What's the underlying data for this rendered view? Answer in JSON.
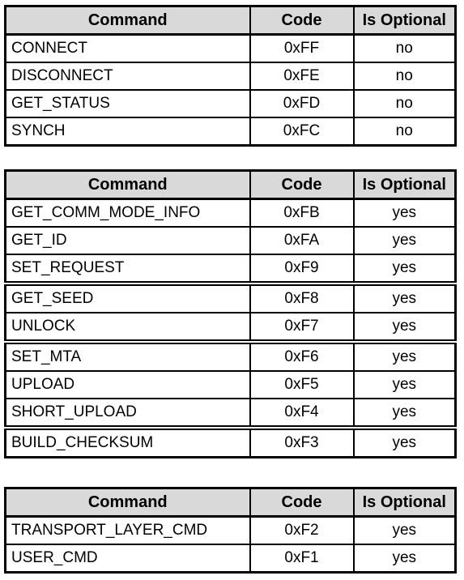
{
  "headers": {
    "command": "Command",
    "code": "Code",
    "optional": "Is Optional"
  },
  "tables": [
    {
      "rows": [
        {
          "command": "CONNECT",
          "code": "0xFF",
          "optional": "no"
        },
        {
          "command": "DISCONNECT",
          "code": "0xFE",
          "optional": "no"
        },
        {
          "command": "GET_STATUS",
          "code": "0xFD",
          "optional": "no"
        },
        {
          "command": "SYNCH",
          "code": "0xFC",
          "optional": "no"
        }
      ]
    },
    {
      "rows": [
        {
          "command": "GET_COMM_MODE_INFO",
          "code": "0xFB",
          "optional": "yes"
        },
        {
          "command": "GET_ID",
          "code": "0xFA",
          "optional": "yes"
        },
        {
          "command": "SET_REQUEST",
          "code": "0xF9",
          "optional": "yes"
        },
        {
          "command": "GET_SEED",
          "code": "0xF8",
          "optional": "yes"
        },
        {
          "command": "UNLOCK",
          "code": "0xF7",
          "optional": "yes"
        },
        {
          "command": "SET_MTA",
          "code": "0xF6",
          "optional": "yes"
        },
        {
          "command": "UPLOAD",
          "code": "0xF5",
          "optional": "yes"
        },
        {
          "command": "SHORT_UPLOAD",
          "code": "0xF4",
          "optional": "yes"
        },
        {
          "command": "BUILD_CHECKSUM",
          "code": "0xF3",
          "optional": "yes"
        }
      ]
    },
    {
      "rows": [
        {
          "command": "TRANSPORT_LAYER_CMD",
          "code": "0xF2",
          "optional": "yes"
        },
        {
          "command": "USER_CMD",
          "code": "0xF1",
          "optional": "yes"
        }
      ]
    }
  ]
}
